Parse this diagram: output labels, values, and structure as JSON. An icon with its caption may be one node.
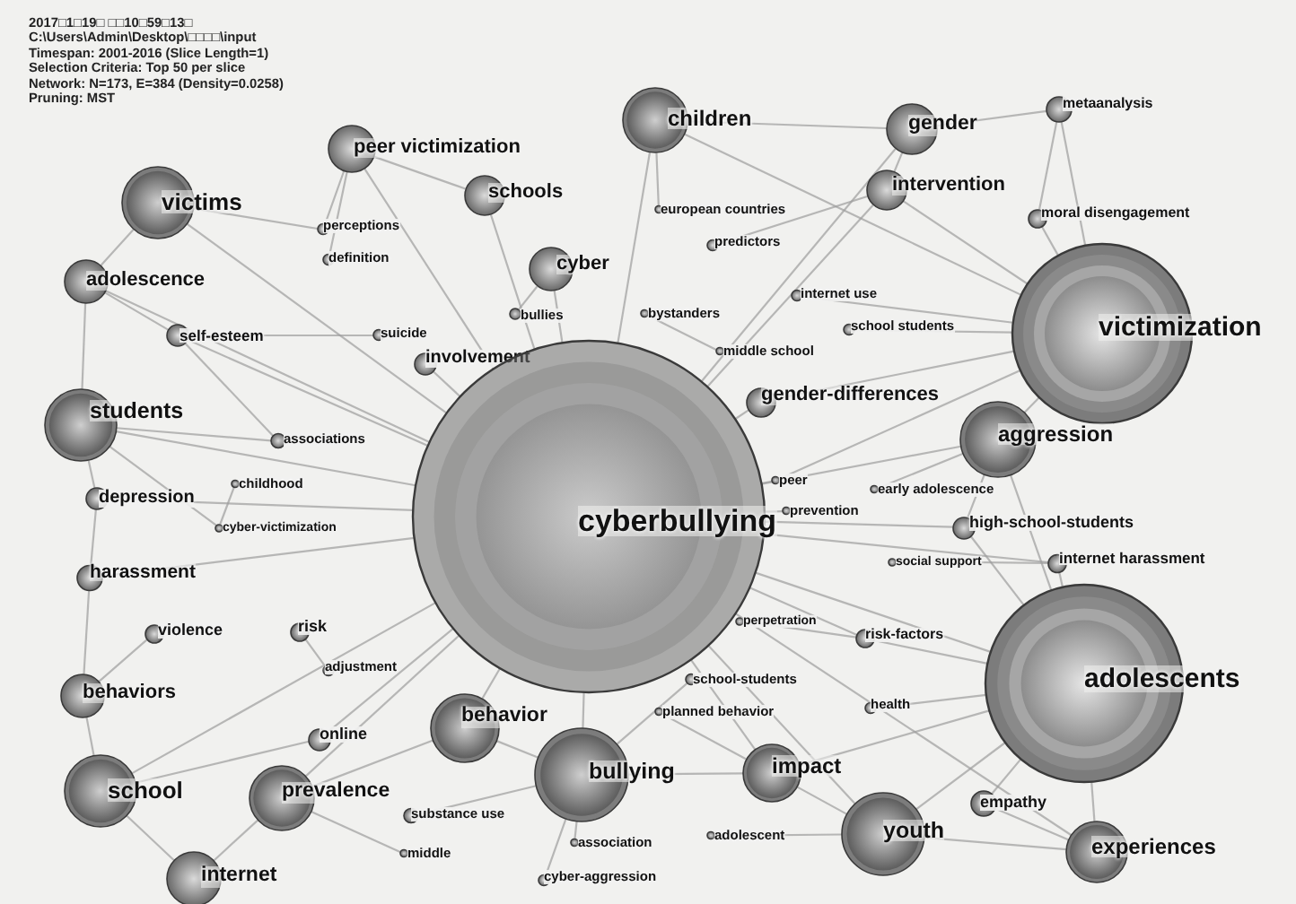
{
  "diagram": {
    "nodes": [
      {
        "text": [
          "children"
        ]
      },
      {
        "text": [
          "gender"
        ]
      },
      {
        "text": [
          "metaanalysis"
        ]
      },
      {
        "text": [
          "peer victimization"
        ]
      },
      {
        "text": [
          "victims"
        ]
      },
      {
        "text": [
          "schools"
        ]
      },
      {
        "text": [
          "intervention"
        ]
      },
      {
        "text": [
          "european countries"
        ]
      },
      {
        "text": [
          "moral disengagement"
        ]
      },
      {
        "text": [
          "perceptions"
        ]
      },
      {
        "text": [
          "predictors"
        ]
      },
      {
        "text": [
          "definition"
        ]
      },
      {
        "text": [
          "cyber"
        ]
      },
      {
        "text": [
          "adolescence"
        ]
      },
      {
        "text": [
          "internet use"
        ]
      },
      {
        "text": [
          "bullies"
        ]
      },
      {
        "text": [
          "bystanders"
        ]
      },
      {
        "text": [
          "school students"
        ]
      },
      {
        "text": [
          "victimization"
        ]
      },
      {
        "text": [
          "self-esteem"
        ]
      },
      {
        "text": [
          "suicide"
        ]
      },
      {
        "text": [
          "middle school"
        ]
      },
      {
        "text": [
          "involvement"
        ]
      },
      {
        "text": [
          "gender-differences"
        ]
      },
      {
        "text": [
          "students"
        ]
      },
      {
        "text": [
          "aggression"
        ]
      },
      {
        "text": [
          "associations"
        ]
      },
      {
        "text": [
          "depression"
        ]
      },
      {
        "text": [
          "childhood"
        ]
      },
      {
        "text": [
          "peer"
        ]
      },
      {
        "text": [
          "early adolescence"
        ]
      },
      {
        "text": [
          "cyberbullying"
        ]
      },
      {
        "text": [
          "prevention"
        ]
      },
      {
        "text": [
          "high-school-students"
        ]
      },
      {
        "text": [
          "cyber-victimization"
        ]
      },
      {
        "text": [
          "harassment"
        ]
      },
      {
        "text": [
          "social support"
        ]
      },
      {
        "text": [
          "internet harassment"
        ]
      },
      {
        "text": [
          "perpetration"
        ]
      },
      {
        "text": [
          "violence"
        ]
      },
      {
        "text": [
          "risk"
        ]
      },
      {
        "text": [
          "risk-factors"
        ]
      },
      {
        "text": [
          "adjustment"
        ]
      },
      {
        "text": [
          "school-students"
        ]
      },
      {
        "text": [
          "adolescents"
        ]
      },
      {
        "text": [
          "behaviors"
        ]
      },
      {
        "text": [
          "planned behavior"
        ]
      },
      {
        "text": [
          "health"
        ]
      },
      {
        "text": [
          "behavior"
        ]
      },
      {
        "text": [
          "online"
        ]
      },
      {
        "text": [
          "impact"
        ]
      },
      {
        "text": [
          "bullying"
        ]
      },
      {
        "text": [
          "empathy"
        ]
      },
      {
        "text": [
          "school"
        ]
      },
      {
        "text": [
          "prevalence"
        ]
      },
      {
        "text": [
          "substance use"
        ]
      },
      {
        "text": [
          "youth"
        ]
      },
      {
        "text": [
          "middle"
        ]
      },
      {
        "text": [
          "association"
        ]
      },
      {
        "text": [
          "adolescent"
        ]
      },
      {
        "text": [
          "experiences"
        ]
      },
      {
        "text": [
          "internet"
        ]
      },
      {
        "text": [
          "cyber-aggression"
        ]
      }
    ],
    "edges": [
      {
        "from": 31,
        "to": 0,
        "arrow": "none"
      },
      {
        "from": 31,
        "to": 3,
        "arrow": "none"
      },
      {
        "from": 31,
        "to": 4,
        "arrow": "none"
      },
      {
        "from": 31,
        "to": 5,
        "arrow": "none"
      },
      {
        "from": 31,
        "to": 12,
        "arrow": "none"
      },
      {
        "from": 31,
        "to": 13,
        "arrow": "none"
      },
      {
        "from": 29,
        "to": 18,
        "arrow": "none"
      },
      {
        "from": 31,
        "to": 24,
        "arrow": "none"
      },
      {
        "from": 31,
        "to": 25,
        "arrow": "none"
      },
      {
        "from": 31,
        "to": 44,
        "arrow": "none"
      },
      {
        "from": 31,
        "to": 48,
        "arrow": "none"
      },
      {
        "from": 31,
        "to": 51,
        "arrow": "none"
      },
      {
        "from": 31,
        "to": 50,
        "arrow": "none"
      },
      {
        "from": 31,
        "to": 56,
        "arrow": "none"
      },
      {
        "from": 31,
        "to": 60,
        "arrow": "none"
      },
      {
        "from": 31,
        "to": 53,
        "arrow": "none"
      },
      {
        "from": 31,
        "to": 54,
        "arrow": "none"
      },
      {
        "from": 31,
        "to": 49,
        "arrow": "none"
      },
      {
        "from": 31,
        "to": 35,
        "arrow": "none"
      },
      {
        "from": 31,
        "to": 27,
        "arrow": "none"
      },
      {
        "from": 31,
        "to": 19,
        "arrow": "none"
      },
      {
        "from": 31,
        "to": 22,
        "arrow": "none"
      },
      {
        "from": 31,
        "to": 23,
        "arrow": "none"
      },
      {
        "from": 31,
        "to": 33,
        "arrow": "none"
      },
      {
        "from": 31,
        "to": 37,
        "arrow": "none"
      },
      {
        "from": 31,
        "to": 41,
        "arrow": "none"
      },
      {
        "from": 31,
        "to": 1,
        "arrow": "none"
      },
      {
        "from": 31,
        "to": 6,
        "arrow": "none"
      },
      {
        "from": 0,
        "to": 1,
        "arrow": "none"
      },
      {
        "from": 18,
        "to": 2,
        "arrow": "none"
      },
      {
        "from": 18,
        "to": 6,
        "arrow": "none"
      },
      {
        "from": 18,
        "to": 8,
        "arrow": "none"
      },
      {
        "from": 18,
        "to": 14,
        "arrow": "none"
      },
      {
        "from": 18,
        "to": 17,
        "arrow": "none"
      },
      {
        "from": 18,
        "to": 23,
        "arrow": "none"
      },
      {
        "from": 18,
        "to": 25,
        "arrow": "none"
      },
      {
        "from": 25,
        "to": 33,
        "arrow": "none"
      },
      {
        "from": 18,
        "to": 0,
        "arrow": "none"
      },
      {
        "from": 3,
        "to": 5,
        "arrow": "none"
      },
      {
        "from": 4,
        "to": 9,
        "arrow": "none"
      },
      {
        "from": 13,
        "to": 19,
        "arrow": "none"
      },
      {
        "from": 24,
        "to": 26,
        "arrow": "none"
      },
      {
        "from": 33,
        "to": 44,
        "arrow": "none"
      },
      {
        "from": 44,
        "to": 37,
        "arrow": "none"
      },
      {
        "from": 44,
        "to": 41,
        "arrow": "none"
      },
      {
        "from": 44,
        "to": 47,
        "arrow": "none"
      },
      {
        "from": 44,
        "to": 52,
        "arrow": "none"
      },
      {
        "from": 44,
        "to": 56,
        "arrow": "none"
      },
      {
        "from": 44,
        "to": 60,
        "arrow": "none"
      },
      {
        "from": 44,
        "to": 25,
        "arrow": "none"
      },
      {
        "from": 44,
        "to": 50,
        "arrow": "none"
      },
      {
        "from": 4,
        "to": 13,
        "arrow": "none"
      },
      {
        "from": 13,
        "to": 24,
        "arrow": "none"
      },
      {
        "from": 24,
        "to": 27,
        "arrow": "none"
      },
      {
        "from": 27,
        "to": 35,
        "arrow": "none"
      },
      {
        "from": 35,
        "to": 45,
        "arrow": "none"
      },
      {
        "from": 45,
        "to": 53,
        "arrow": "none"
      },
      {
        "from": 53,
        "to": 61,
        "arrow": "none"
      },
      {
        "from": 61,
        "to": 54,
        "arrow": "none"
      },
      {
        "from": 54,
        "to": 48,
        "arrow": "none"
      },
      {
        "from": 48,
        "to": 51,
        "arrow": "none"
      },
      {
        "from": 51,
        "to": 50,
        "arrow": "none"
      },
      {
        "from": 50,
        "to": 56,
        "arrow": "none"
      },
      {
        "from": 56,
        "to": 60,
        "arrow": "none"
      },
      {
        "from": 60,
        "to": 52,
        "arrow": "none"
      },
      {
        "from": 3,
        "to": 9,
        "arrow": "none"
      },
      {
        "from": 3,
        "to": 11,
        "arrow": "none"
      },
      {
        "from": 0,
        "to": 7,
        "arrow": "none"
      },
      {
        "from": 1,
        "to": 2,
        "arrow": "none"
      },
      {
        "from": 1,
        "to": 6,
        "arrow": "none"
      },
      {
        "from": 2,
        "to": 8,
        "arrow": "none"
      },
      {
        "from": 12,
        "to": 15,
        "arrow": "none"
      },
      {
        "from": 19,
        "to": 26,
        "arrow": "none"
      },
      {
        "from": 40,
        "to": 42,
        "arrow": "none"
      },
      {
        "from": 39,
        "to": 45,
        "arrow": "none"
      },
      {
        "from": 49,
        "to": 53,
        "arrow": "none"
      },
      {
        "from": 55,
        "to": 51,
        "arrow": "none"
      },
      {
        "from": 62,
        "to": 51,
        "arrow": "none"
      },
      {
        "from": 58,
        "to": 51,
        "arrow": "none"
      },
      {
        "from": 59,
        "to": 56,
        "arrow": "none"
      },
      {
        "from": 57,
        "to": 54,
        "arrow": "none"
      },
      {
        "from": 29,
        "to": 31,
        "arrow": "none"
      },
      {
        "from": 30,
        "to": 25,
        "arrow": "none"
      },
      {
        "from": 32,
        "to": 31,
        "arrow": "none"
      },
      {
        "from": 36,
        "to": 37,
        "arrow": "none"
      },
      {
        "from": 38,
        "to": 41,
        "arrow": "none"
      },
      {
        "from": 43,
        "to": 51,
        "arrow": "none"
      },
      {
        "from": 46,
        "to": 50,
        "arrow": "none"
      },
      {
        "from": 21,
        "to": 16,
        "arrow": "none"
      },
      {
        "from": 20,
        "to": 19,
        "arrow": "none"
      },
      {
        "from": 28,
        "to": 34,
        "arrow": "none"
      },
      {
        "from": 34,
        "to": 24,
        "arrow": "none"
      },
      {
        "from": 10,
        "to": 6,
        "arrow": "none"
      }
    ],
    "labels": [
      "2017□1□19□ □□10□59□13□",
      "C:\\Users\\Admin\\Desktop\\□□□□\\input",
      "Timespan: 2001-2016 (Slice Length=1)",
      "Selection Criteria: Top 50 per slice",
      "Network: N=173, E=384 (Density=0.0258)",
      "Pruning: MST"
    ]
  }
}
